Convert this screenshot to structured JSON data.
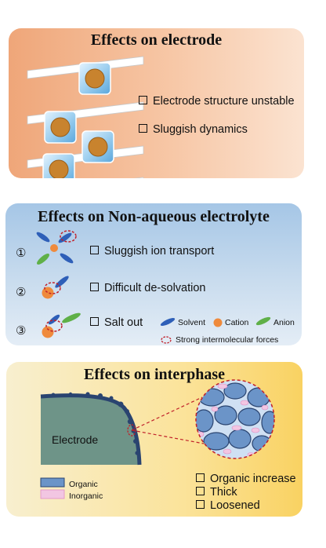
{
  "panel_electrode": {
    "title": "Effects on electrode",
    "items": [
      "Electrode structure unstable",
      "Sluggish dynamics"
    ]
  },
  "panel_electrolyte": {
    "title": "Effects on Non-aqueous electrolyte",
    "numbers": [
      "①",
      "②",
      "③"
    ],
    "items": [
      "Sluggish ion transport",
      "Difficult de-solvation",
      "Salt out"
    ],
    "legend": {
      "solvent": "Solvent",
      "cation": "Cation",
      "anion": "Anion",
      "forces": "Strong intermolecular forces"
    }
  },
  "panel_interphase": {
    "title": "Effects on interphase",
    "electrode_label": "Electrode",
    "legend": {
      "organic": "Organic",
      "inorganic": "Inorganic"
    },
    "items": [
      "Organic increase",
      "Thick",
      "Loosened"
    ]
  },
  "colors": {
    "solvent": "#2e5fb8",
    "cation": "#ef8a3c",
    "anion": "#5fb048",
    "forces": "#c0202a",
    "organic": "#6b94c8",
    "inorganic": "#f2c6e2",
    "electrode": "#6e9488",
    "sei": "#2a4470"
  }
}
